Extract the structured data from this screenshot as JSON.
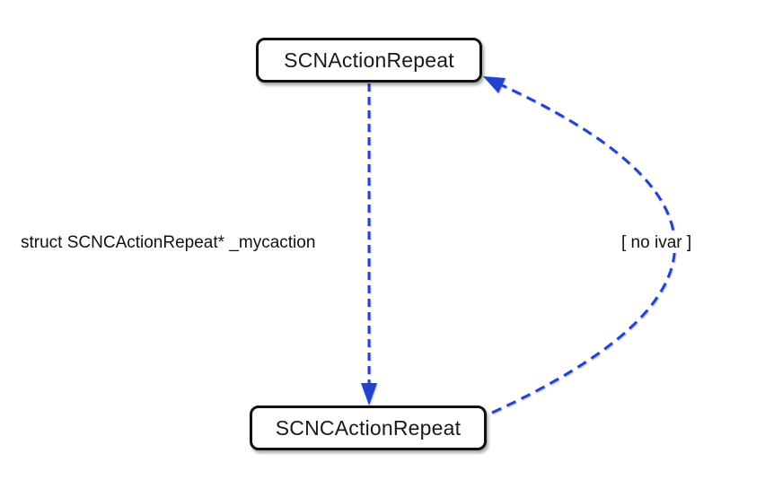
{
  "colors": {
    "edge_blue": "#2244cc",
    "node_border": "#111111",
    "node_fill": "#ffffff",
    "text": "#111111",
    "background": "#ffffff"
  },
  "nodes": {
    "parent": {
      "label": "SCNActionRepeat"
    },
    "child": {
      "label": "SCNCActionRepeat"
    }
  },
  "edges": {
    "ivar": {
      "label": "struct SCNCActionRepeat* _mycaction",
      "from": "SCNActionRepeat",
      "to": "SCNCActionRepeat",
      "style": "dashed"
    },
    "back": {
      "label": "[ no ivar ]",
      "from": "SCNCActionRepeat",
      "to": "SCNActionRepeat",
      "style": "dashed"
    }
  }
}
